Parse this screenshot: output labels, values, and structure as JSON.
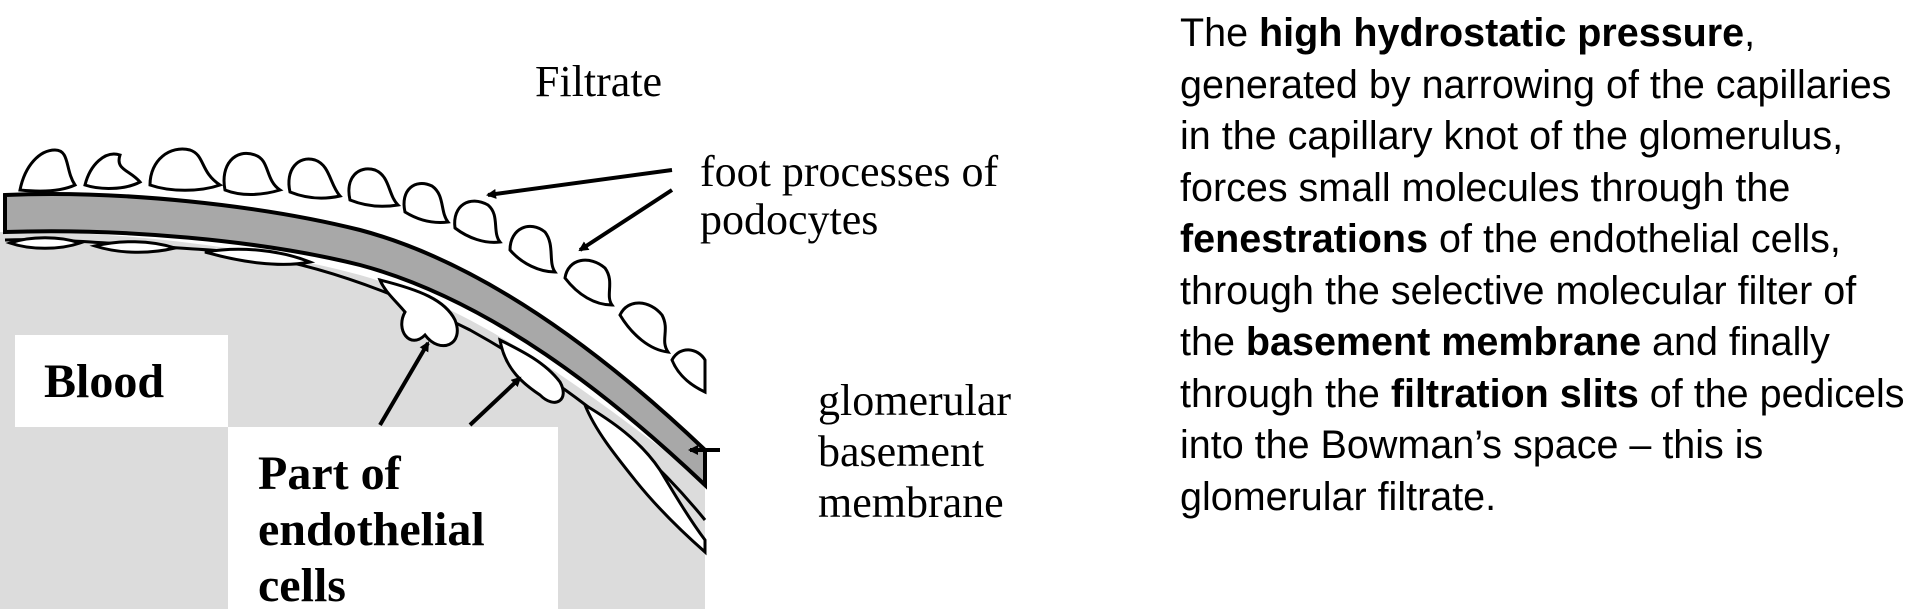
{
  "diagram": {
    "labels": {
      "filtrate": "Filtrate",
      "foot_processes": "foot processes of\npodocytes",
      "glomerular_basement_membrane": "glomerular\nbasement\nmembrane",
      "blood": "Blood",
      "endothelial": "Part of\nendothelial\ncells"
    },
    "colors": {
      "basement_membrane": "#a8a8a8",
      "blood_region": "#dcdcdc",
      "outline": "#000000"
    }
  },
  "description": {
    "segments": [
      {
        "text": "The ",
        "bold": false
      },
      {
        "text": "high hydrostatic pressure",
        "bold": true
      },
      {
        "text": ", generated by narrowing of the capillaries in the capillary knot of the glomerulus, forces small molecules through the ",
        "bold": false
      },
      {
        "text": "fenestrations",
        "bold": true
      },
      {
        "text": " of the endothelial cells, through the selective molecular filter of the ",
        "bold": false
      },
      {
        "text": "basement membrane",
        "bold": true
      },
      {
        "text": " and finally through the ",
        "bold": false
      },
      {
        "text": "filtration slits",
        "bold": true
      },
      {
        "text": " of the pedicels into the Bowman’s space – this is glomerular filtrate.",
        "bold": false
      }
    ]
  }
}
